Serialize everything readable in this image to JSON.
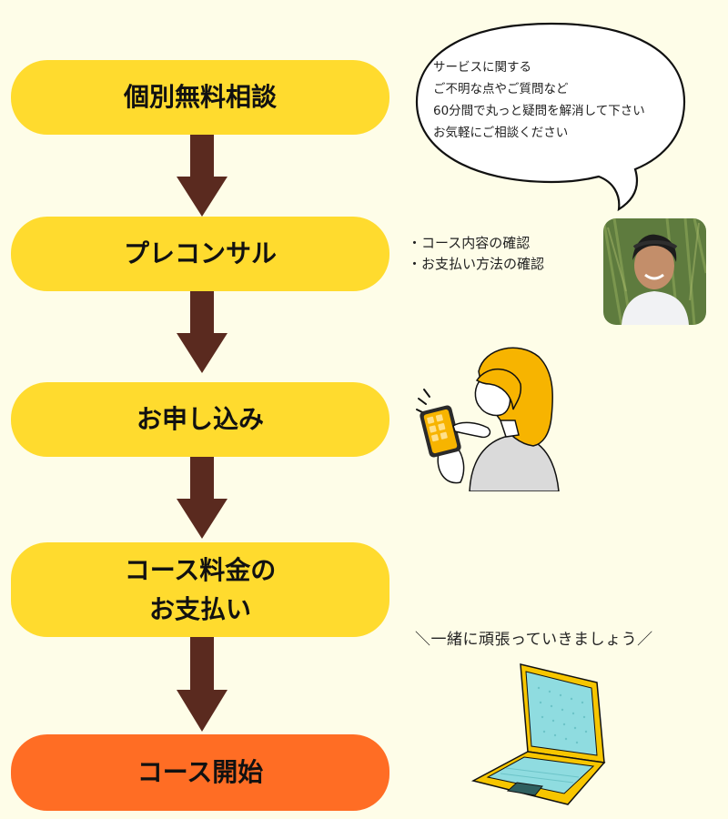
{
  "steps": [
    {
      "label": "個別無料相談"
    },
    {
      "label": "プレコンサル"
    },
    {
      "label": "お申し込み"
    },
    {
      "line1": "コース料金の",
      "line2": "お支払い"
    },
    {
      "label": "コース開始"
    }
  ],
  "speech_bubble": {
    "lines": [
      "サービスに関する",
      "ご不明な点やご質問など",
      "60分間で丸っと疑問を解消して下さい",
      "お気軽にご相談ください"
    ]
  },
  "preconsult_notes": [
    "・コース内容の確認",
    "・お支払い方法の確認"
  ],
  "encouragement": "＼一緒に頑張っていきましょう／",
  "colors": {
    "background": "#FEFDE8",
    "step_yellow": "#FFDB2E",
    "step_orange": "#FF6D24",
    "arrow": "#5A2A1F"
  },
  "icons": [
    "speech-bubble-icon",
    "person-photo",
    "phone-woman-illustration",
    "laptop-illustration",
    "down-arrow-icon"
  ]
}
